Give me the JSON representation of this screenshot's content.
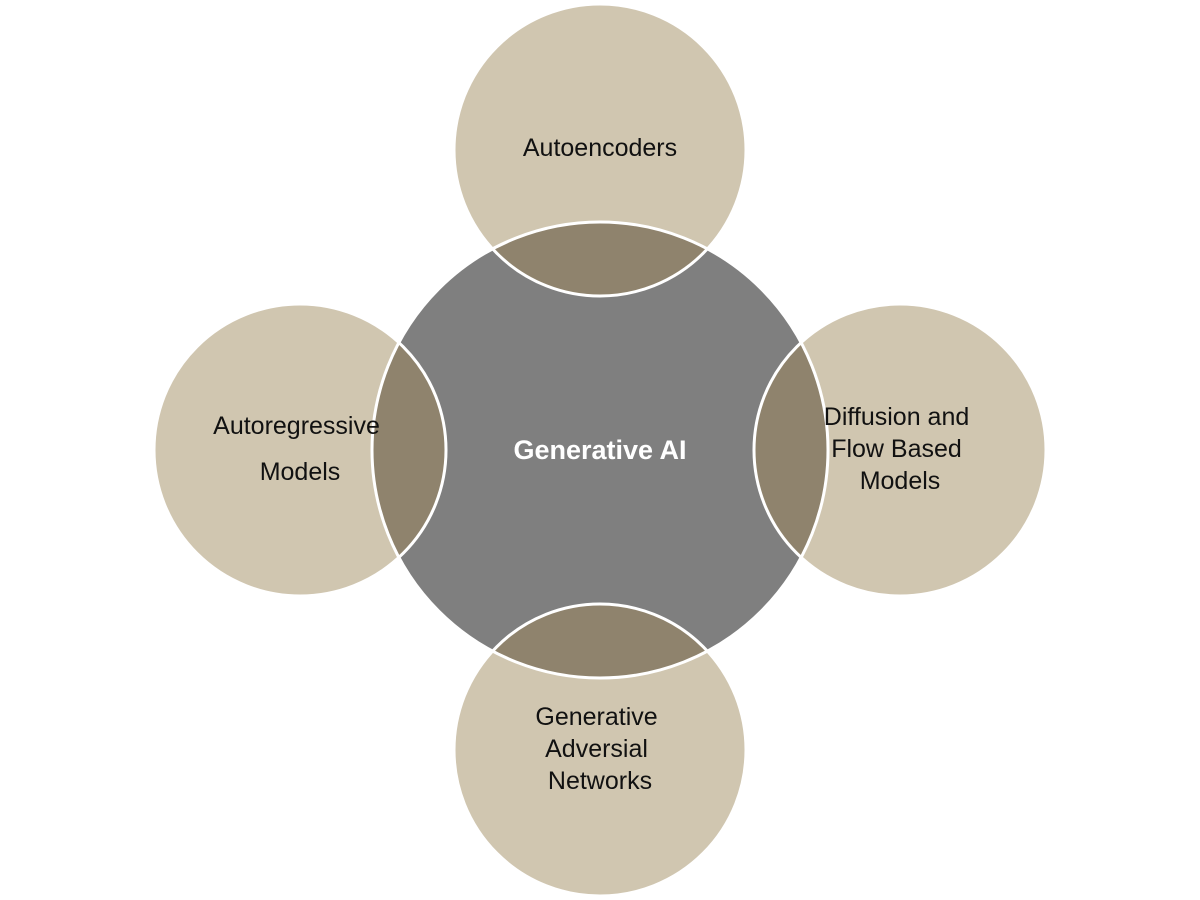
{
  "diagram": {
    "center": {
      "label": "Generative AI"
    },
    "nodes": {
      "top": {
        "lines": [
          "Autoencoders"
        ]
      },
      "left": {
        "lines": [
          "Autoregressive",
          "Models"
        ]
      },
      "right": {
        "lines": [
          "Diffusion and",
          "Flow Based",
          "Models"
        ]
      },
      "bottom": {
        "lines": [
          "Generative",
          "Adversial",
          "Networks"
        ]
      }
    }
  },
  "colors": {
    "center_fill": "#7f7f7f",
    "outer_fill": "#d0c6b0",
    "overlap_fill": "#8f836d",
    "outline": "#ffffff",
    "center_text": "#ffffff",
    "outer_text": "#111111"
  }
}
